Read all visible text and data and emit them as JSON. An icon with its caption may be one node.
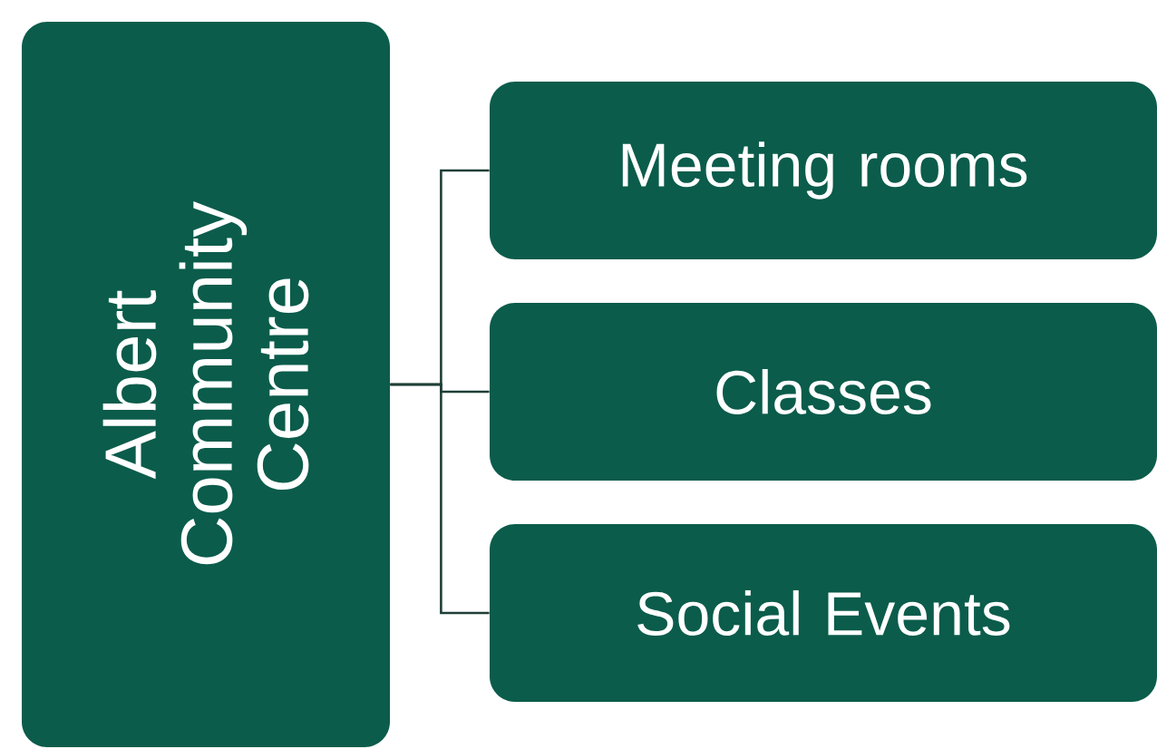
{
  "diagram": {
    "nodes": [
      {
        "text": [
          "Albert Community Centre"
        ]
      },
      {
        "text": [
          "Meeting rooms"
        ]
      },
      {
        "text": [
          "Classes"
        ]
      },
      {
        "text": [
          "Social Events"
        ]
      }
    ],
    "edges": [
      {
        "from": 0,
        "to": 1,
        "arrow": "none"
      },
      {
        "from": 0,
        "to": 2,
        "arrow": "none"
      },
      {
        "from": 0,
        "to": 3,
        "arrow": "none"
      }
    ]
  }
}
